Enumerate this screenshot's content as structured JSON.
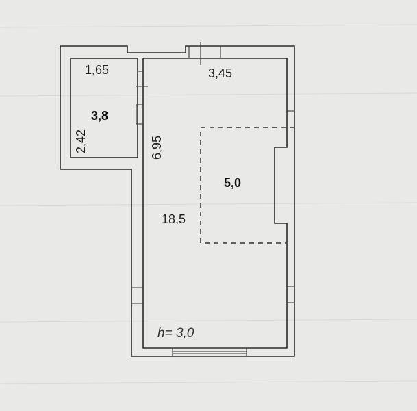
{
  "plan": {
    "small_room": {
      "area": "3,8",
      "width": "1,65",
      "length": "2,42"
    },
    "main_room": {
      "area": "18,5",
      "width": "3,45",
      "length": "6,95"
    },
    "niche": {
      "area": "5,0"
    },
    "ceiling_height": "h= 3,0"
  }
}
